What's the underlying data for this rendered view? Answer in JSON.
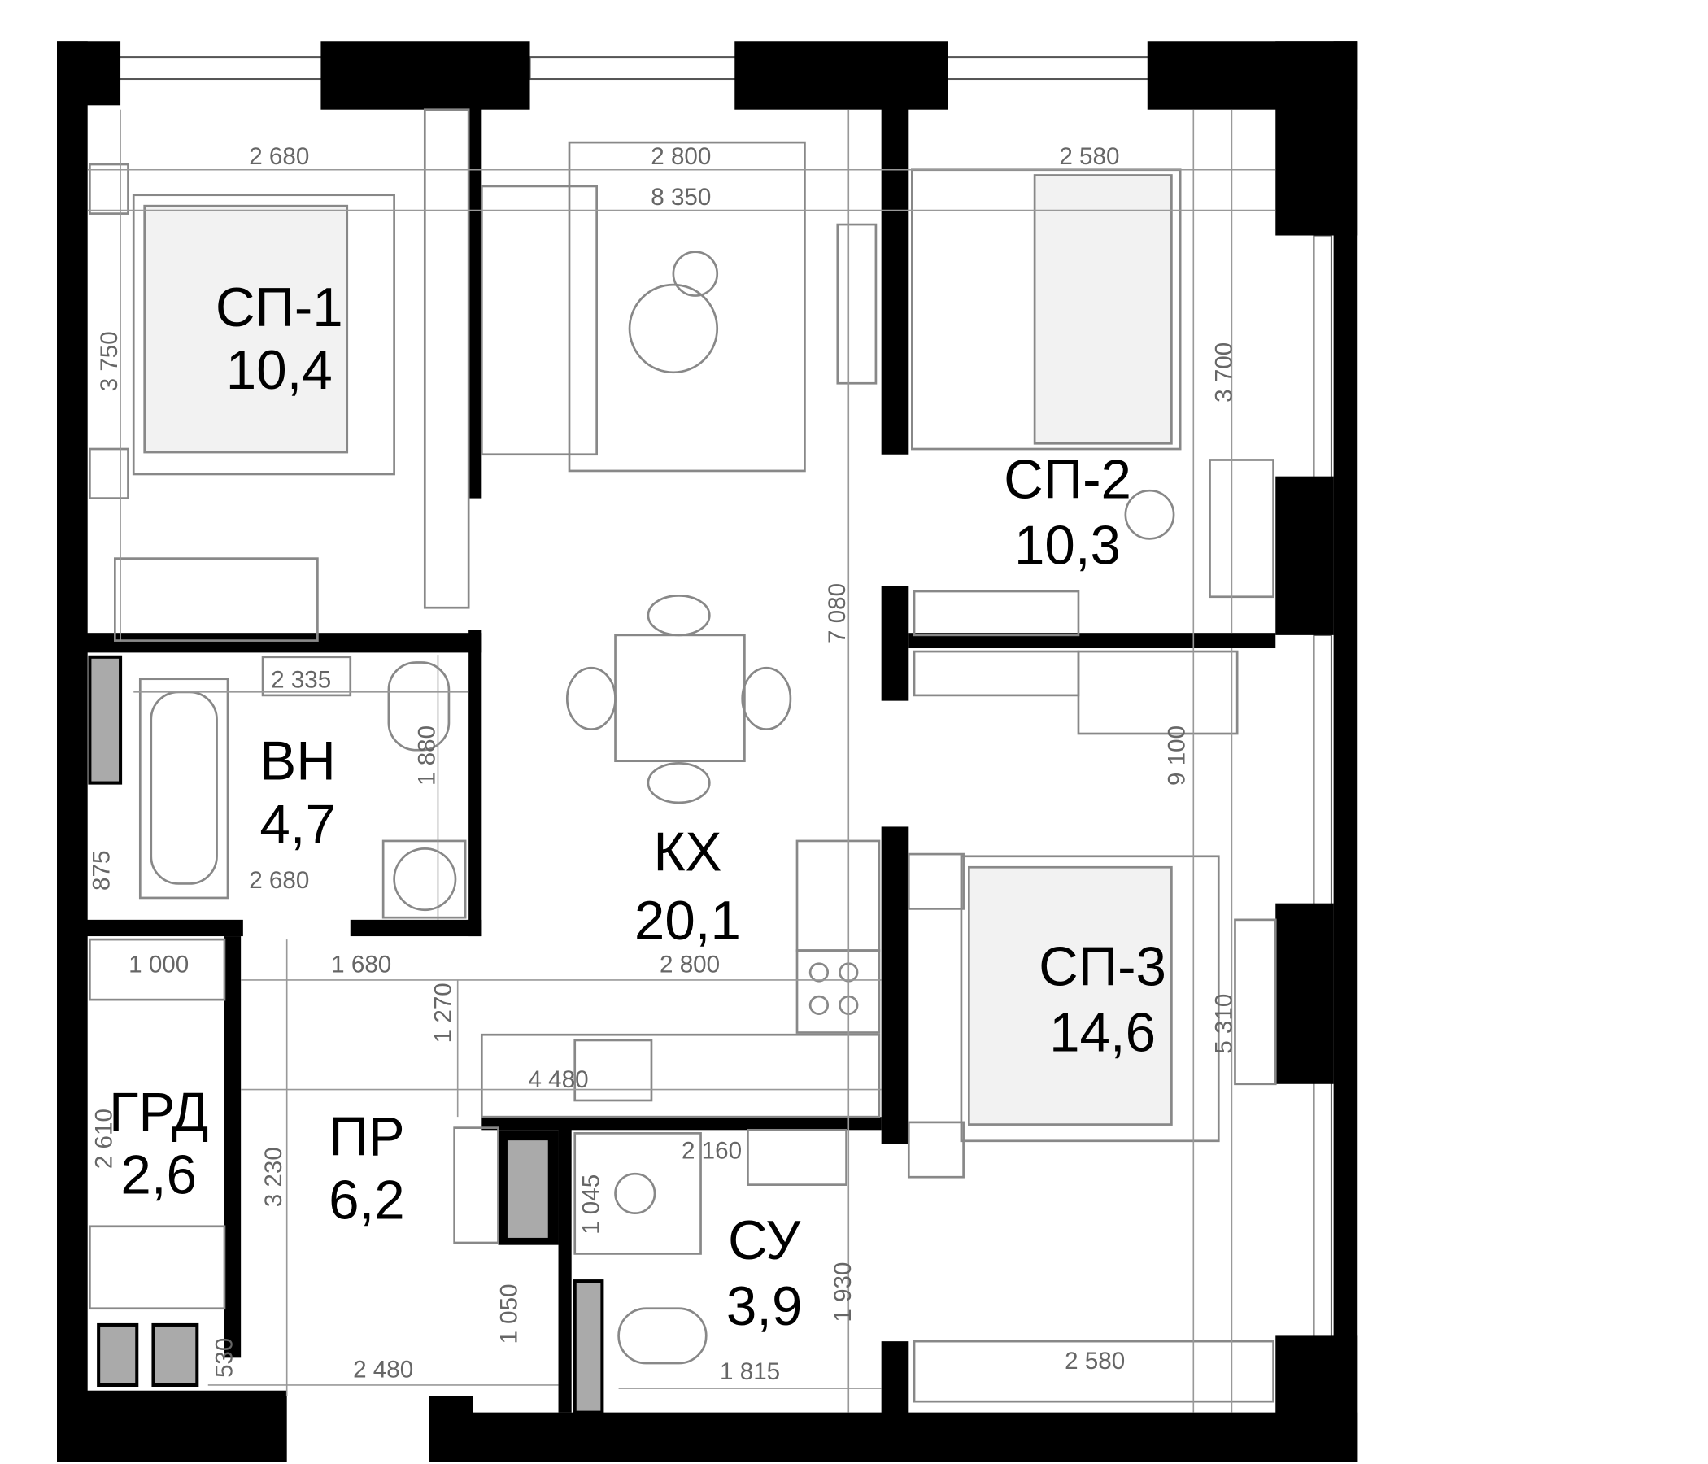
{
  "rooms": [
    {
      "code": "СП-1",
      "area": "10,4"
    },
    {
      "code": "СП-2",
      "area": "10,3"
    },
    {
      "code": "ВН",
      "area": "4,7"
    },
    {
      "code": "КХ",
      "area": "20,1"
    },
    {
      "code": "СП-3",
      "area": "14,6"
    },
    {
      "code": "ГРД",
      "area": "2,6"
    },
    {
      "code": "ПР",
      "area": "6,2"
    },
    {
      "code": "СУ",
      "area": "3,9"
    }
  ],
  "dimensions": {
    "sp1_width": "2 680",
    "kx_width_top": "2 800",
    "total_width": "8 350",
    "sp2_width": "2 580",
    "sp1_depth": "3 750",
    "sp2_depth": "3 700",
    "kx_depth": "7 080",
    "vn_width_top": "2 335",
    "vn_depth": "1 880",
    "vn_niche": "875",
    "vn_width_bottom": "2 680",
    "grd_width": "1 000",
    "pr_width_top": "1 680",
    "kx_width_mid": "2 800",
    "pr_passage": "1 270",
    "pr_kx_width": "4 480",
    "grd_depth": "2 610",
    "pr_depth": "3 230",
    "su_width_top": "2 160",
    "su_shower": "1 045",
    "su_depth": "1 930",
    "pr_closet": "1 050",
    "entry_niche": "530",
    "pr_width_bottom": "2 480",
    "su_width_bottom": "1 815",
    "sp3_width": "2 580",
    "sp3_depth": "5 310",
    "total_depth": "9 100"
  }
}
